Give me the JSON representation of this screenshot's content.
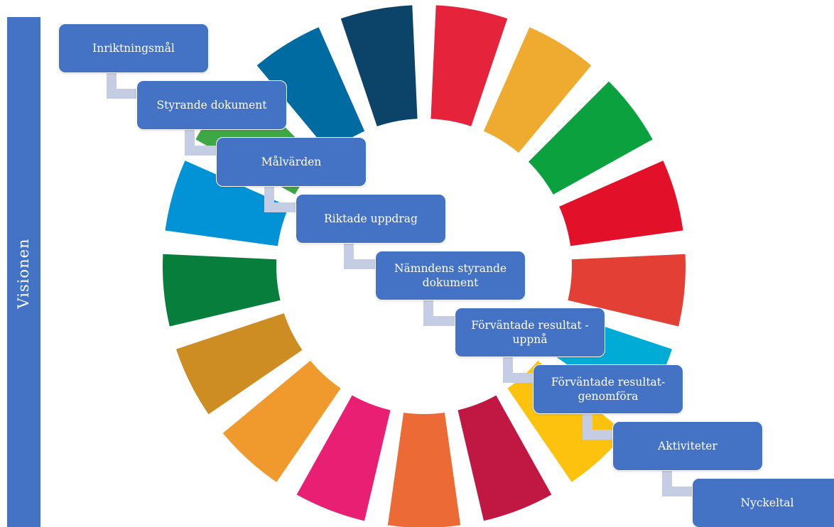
{
  "vision": {
    "label": "Visionen",
    "color": "#4472c4"
  },
  "wheel": {
    "description_icon": "sdg-color-wheel",
    "segments": [
      "#e5243b",
      "#eeab2f",
      "#0ca13f",
      "#e3102a",
      "#e43f34",
      "#00acd6",
      "#fdc20d",
      "#c01843",
      "#ec6a35",
      "#e91f74",
      "#f0992d",
      "#cd8d22",
      "#077e3c",
      "#0293d7",
      "#3da743",
      "#006ba0",
      "#0b4468"
    ]
  },
  "steps": [
    {
      "label": "Inriktningsmål"
    },
    {
      "label": "Styrande dokument"
    },
    {
      "label": "Målvärden"
    },
    {
      "label": "Riktade uppdrag"
    },
    {
      "label": "Nämndens styrande dokument"
    },
    {
      "label": "Förväntade resultat - uppnå"
    },
    {
      "label": "Förväntade resultat-genomföra"
    },
    {
      "label": "Aktiviteter"
    },
    {
      "label": "Nyckeltal"
    }
  ],
  "colors": {
    "box": "#4472c4",
    "connector": "#c5cde4",
    "box_text": "#ffffff"
  }
}
